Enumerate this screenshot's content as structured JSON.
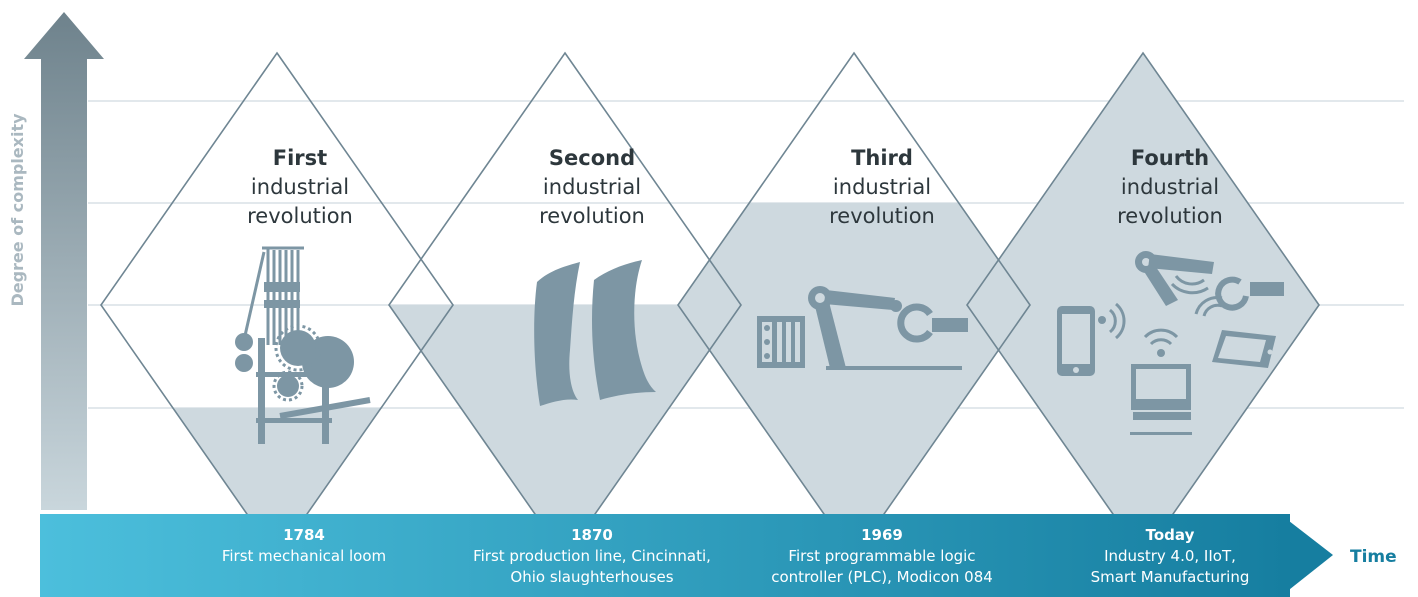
{
  "y_axis_label": "Degree of complexity",
  "x_axis_label": "Time",
  "colors": {
    "axis_arrow_top": "#6e828c",
    "axis_arrow_bottom": "#c9d6dc",
    "diamond_stroke": "#6f8693",
    "diamond_fill": "#ced9df",
    "icon": "#7d96a4",
    "grid": "#e2e8ec",
    "timeline_start": "#4cbfdc",
    "timeline_end": "#167ea0"
  },
  "revolutions": [
    {
      "ordinal": "First",
      "line2": "industrial",
      "line3": "revolution",
      "year": "1784",
      "desc1": "First mechanical loom",
      "desc2": "",
      "icon": "loom-icon",
      "fill_level": 0.27
    },
    {
      "ordinal": "Second",
      "line2": "industrial",
      "line3": "revolution",
      "year": "1870",
      "desc1": "First production line, Cincinnati,",
      "desc2": "Ohio slaughterhouses",
      "icon": "carcass-icon",
      "fill_level": 0.5
    },
    {
      "ordinal": "Third",
      "line2": "industrial",
      "line3": "revolution",
      "year": "1969",
      "desc1": "First programmable logic",
      "desc2": "controller (PLC), Modicon 084",
      "icon": "plc-robot-icon",
      "fill_level": 0.75
    },
    {
      "ordinal": "Fourth",
      "line2": "industrial",
      "line3": "revolution",
      "year": "Today",
      "desc1": "Industry 4.0, IIoT,",
      "desc2": "Smart Manufacturing",
      "icon": "connected-devices-icon",
      "fill_level": 1.0
    }
  ]
}
